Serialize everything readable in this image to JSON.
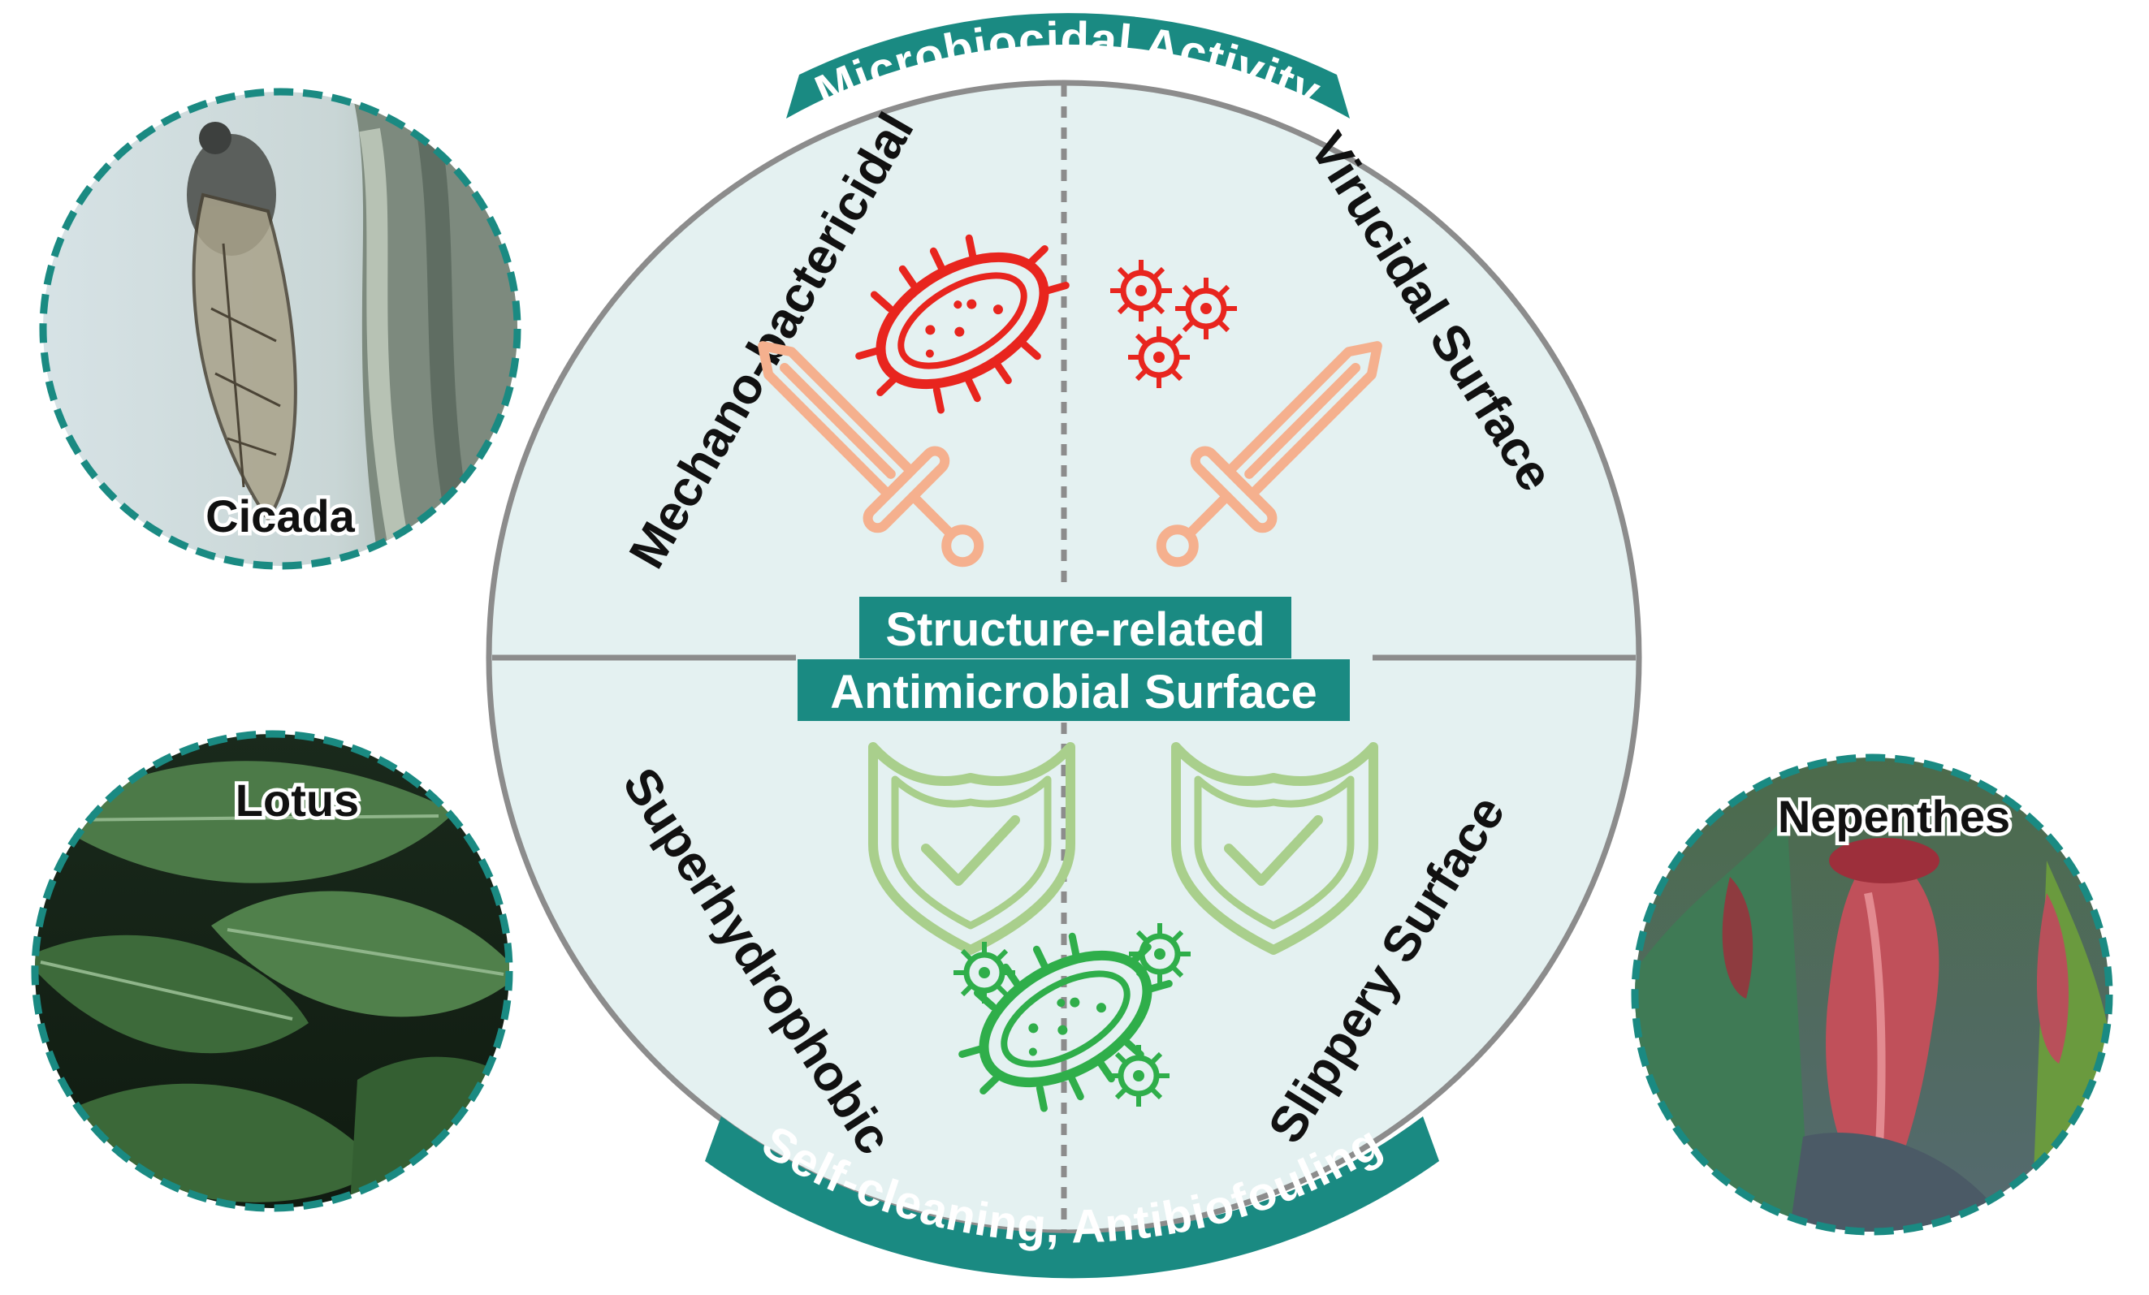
{
  "figure": {
    "center_title_line1": "Structure-related",
    "center_title_line2": "Antimicrobial Surface",
    "top_arc_label": "Microbiocidal Activity",
    "bottom_arc_label": "Self-cleaning, Antibiofouling",
    "quadrants": {
      "top_left": "Mechano-bactericidal",
      "top_right": "Virucidal Surface",
      "bottom_left": "Superhydrophobic",
      "bottom_right": "Slippery Surface"
    },
    "photos": {
      "cicada": "Cicada",
      "lotus": "Lotus",
      "nepenthes": "Nepenthes"
    },
    "icons": [
      "bacterium-icon",
      "virus-icon",
      "sword-icon",
      "shield-check-icon"
    ]
  },
  "colors": {
    "teal": "#1a8a82",
    "circle_fill": "#e4f1f1",
    "divider": "#8c8c8c",
    "microbe_red": "#e8251e",
    "sword": "#f5b08e",
    "shield": "#a9cf8c",
    "microbe_green": "#2fae4a"
  }
}
